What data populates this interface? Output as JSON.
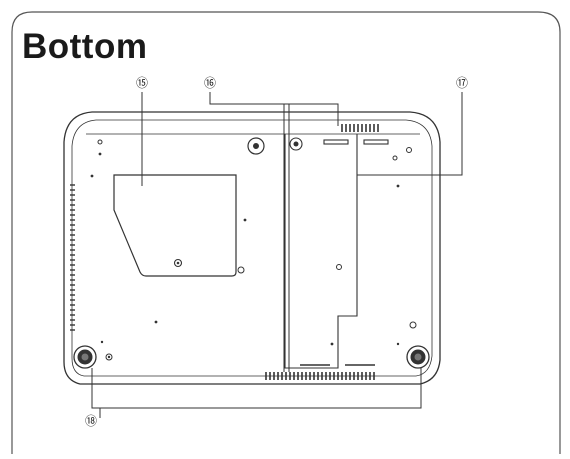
{
  "page": {
    "title": "Bottom"
  },
  "callouts": [
    {
      "id": "15",
      "label": "⑮"
    },
    {
      "id": "16",
      "label": "⑯"
    },
    {
      "id": "17",
      "label": "⑰"
    },
    {
      "id": "18",
      "label": "⑱"
    }
  ],
  "colors": {
    "outline": "#333333",
    "frame": "#555555",
    "background": "#ffffff"
  }
}
